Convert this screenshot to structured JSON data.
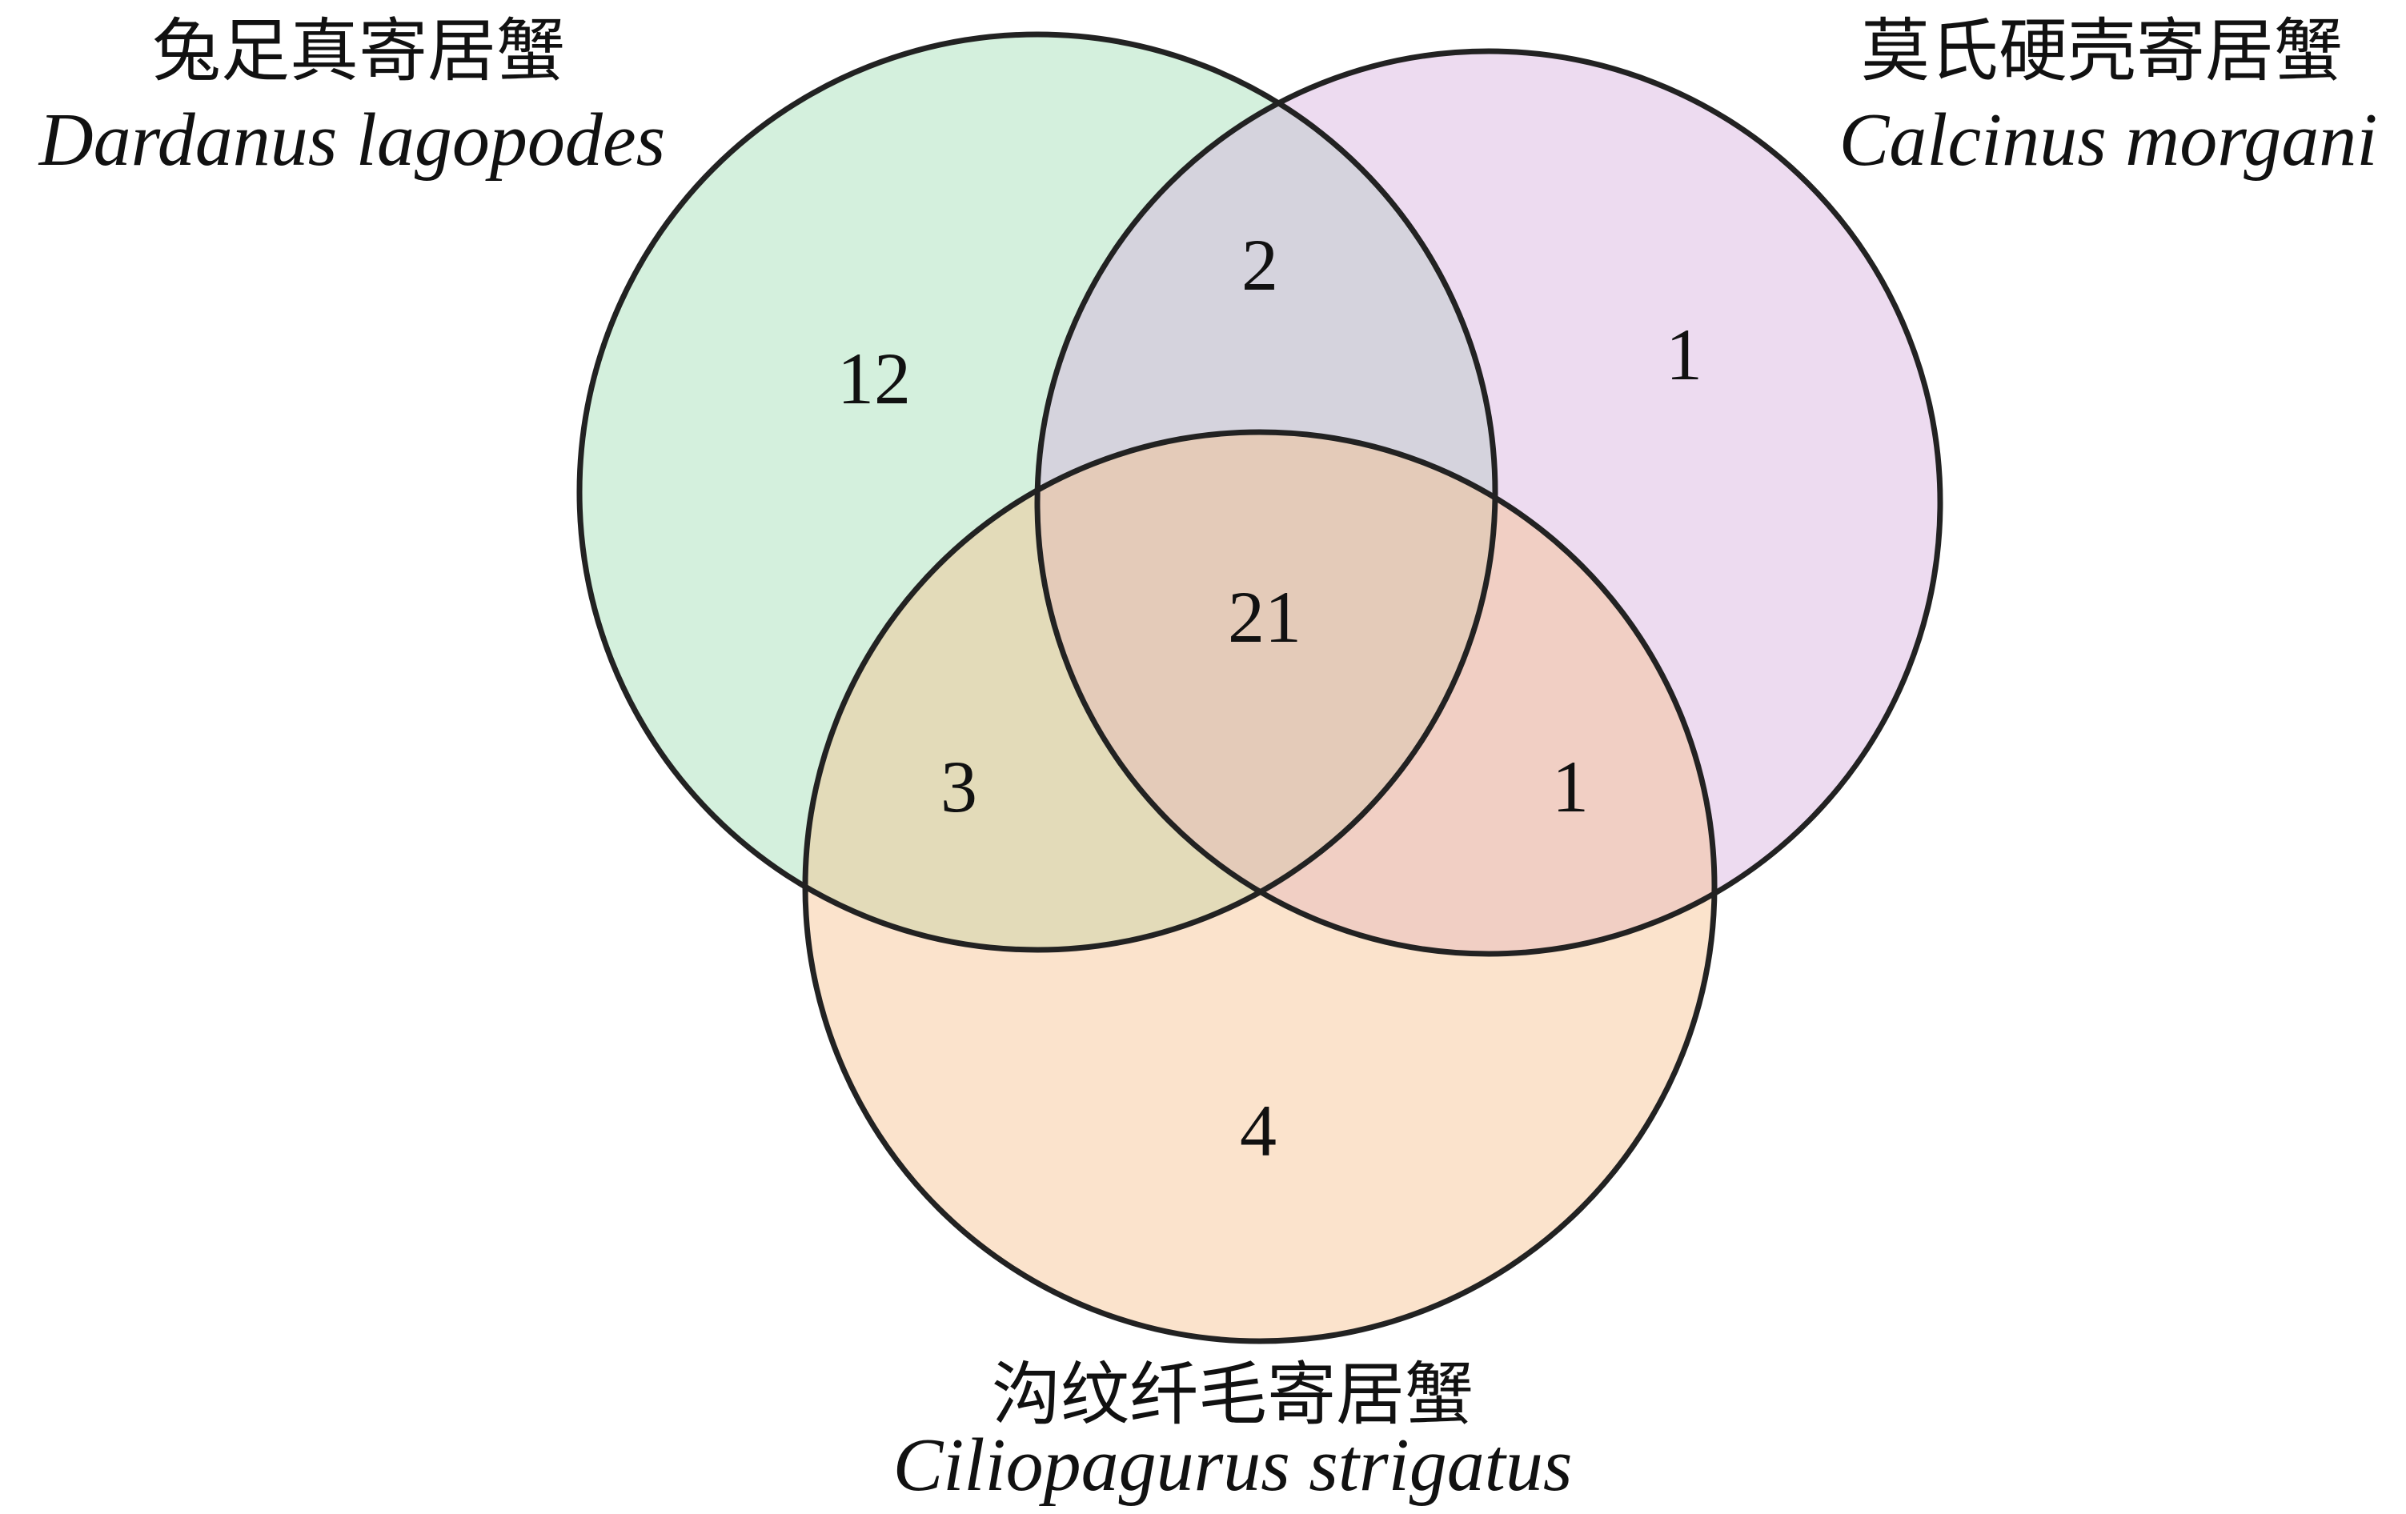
{
  "sets": [
    {
      "id": "A",
      "name_cn": "兔足真寄居蟹",
      "name_latin": "Dardanus lagopodes",
      "color": "#9fddb4"
    },
    {
      "id": "B",
      "name_cn": "莫氏硬壳寄居蟹",
      "name_latin": "Calcinus morgani",
      "color": "#d6b0de"
    },
    {
      "id": "C",
      "name_cn": "沟纹纤毛寄居蟹",
      "name_latin": "Ciliopagurus strigatus",
      "color": "#f6c08e"
    }
  ],
  "regions": {
    "A_only": "12",
    "B_only": "1",
    "C_only": "4",
    "AB_only": "2",
    "AC_only": "3",
    "BC_only": "1",
    "ABC": "21"
  }
}
